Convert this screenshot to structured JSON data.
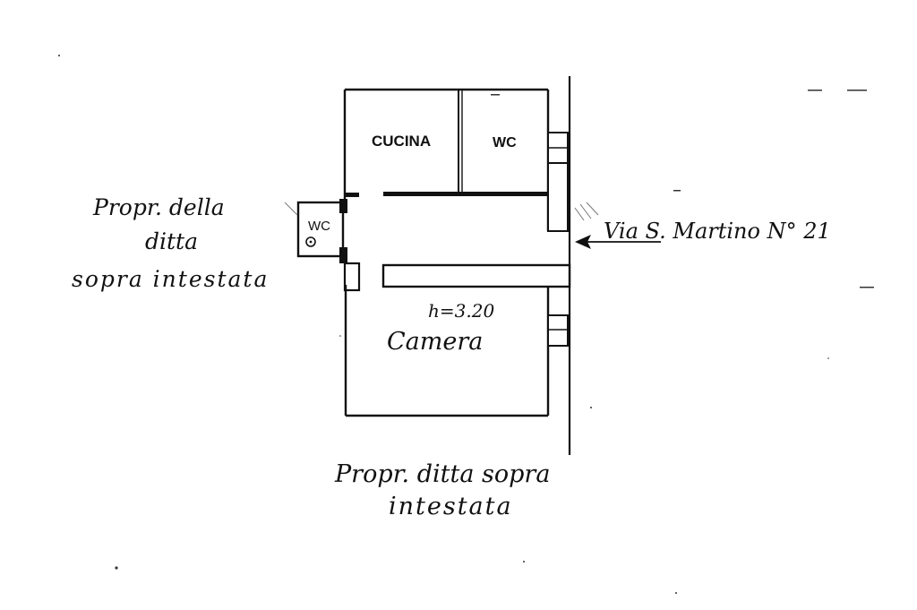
{
  "rooms": {
    "cucina": "CUCINA",
    "wc_upper": "WC",
    "wc_small": "WC",
    "camera": "Camera",
    "camera_height": "h=3.20"
  },
  "annotations": {
    "left_owner_line1": "Propr. della",
    "left_owner_line2": "ditta",
    "left_owner_line3": "sopra intestata",
    "street": "Via S. Martino N° 21",
    "bottom_owner_line1": "Propr. ditta sopra",
    "bottom_owner_line2": "intestata"
  },
  "colors": {
    "ink": "#111111",
    "paper": "#ffffff"
  },
  "icons": {
    "entrance_arrow": "arrow-left-icon",
    "toilet_symbol": "toilet-circle-icon"
  }
}
